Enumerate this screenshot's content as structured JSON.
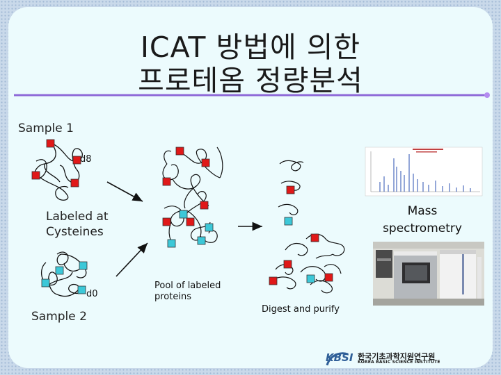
{
  "slide": {
    "title_line1": "ICAT 방법에 의한",
    "title_line2": "프로테옴 정량분석",
    "sample1": "Sample 1",
    "sample2": "Sample 2",
    "tag_d8": "d8",
    "tag_d0": "d0",
    "labeled_line1": "Labeled at",
    "labeled_line2": "Cysteines",
    "pool_line1": "Pool of labeled",
    "pool_line2": "proteins",
    "digest": "Digest and purify",
    "mass_line1": "Mass",
    "mass_line2": "spectrometry",
    "logo_abbr": "KBSI",
    "logo_korean": "한국기초과학지원연구원",
    "logo_english": "KOREA BASIC SCIENCE INSTITUTE"
  },
  "colors": {
    "heavy_label": "#e01818",
    "light_label": "#3cc8d8",
    "title_underline": "#8e6ad8"
  }
}
